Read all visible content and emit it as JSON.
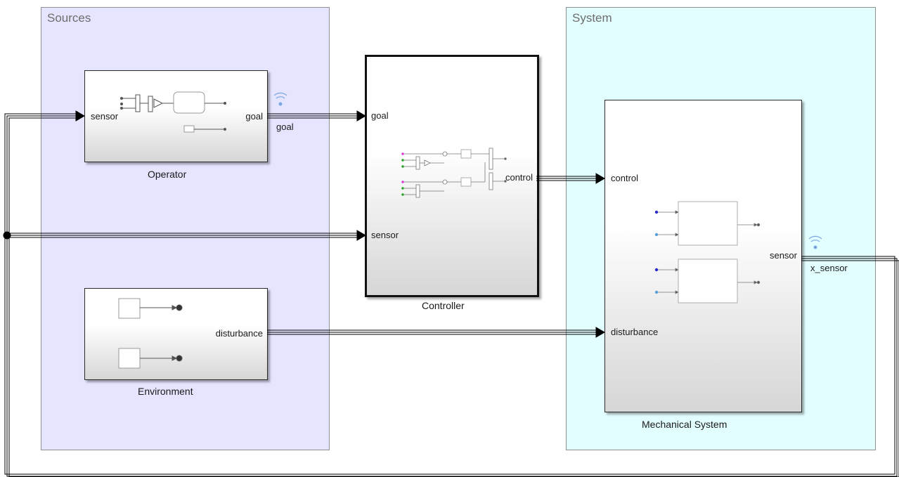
{
  "areas": {
    "sources": {
      "title": "Sources",
      "fill": "#e5e5ff"
    },
    "system": {
      "title": "System",
      "fill": "#e3feff"
    }
  },
  "blocks": {
    "operator": {
      "name": "Operator",
      "in_port": "sensor",
      "out_port": "goal"
    },
    "environment": {
      "name": "Environment",
      "out_port": "disturbance"
    },
    "controller": {
      "name": "Controller",
      "in_port_1": "goal",
      "in_port_2": "sensor",
      "out_port": "control"
    },
    "mechanical": {
      "name": "Mechanical System",
      "in_port_1": "control",
      "in_port_2": "disturbance",
      "out_port": "sensor"
    }
  },
  "signals": {
    "goal": "goal",
    "x_sensor": "x_sensor"
  },
  "colors": {
    "wire": "#000000",
    "wireless_icon": "#7ba7e0",
    "port_magenta": "#d23fd2",
    "port_green": "#2ca32c",
    "port_blue": "#2a2acc",
    "port_lightblue": "#5aa0d8"
  }
}
